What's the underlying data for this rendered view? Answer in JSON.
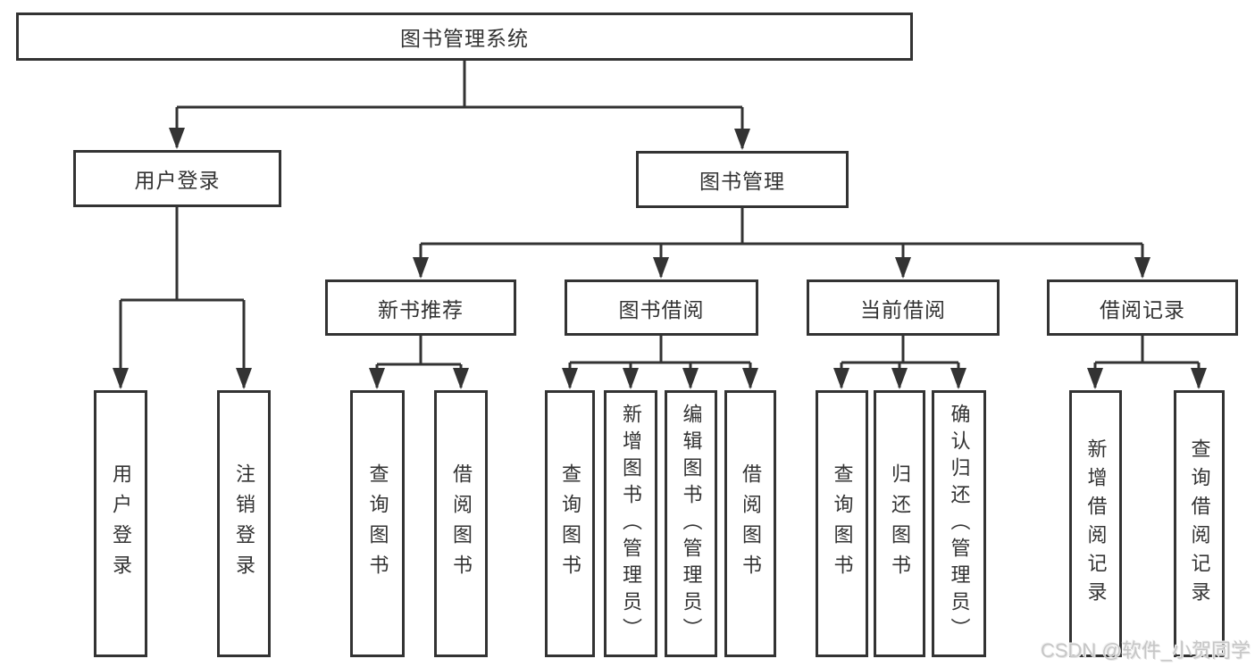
{
  "diagram": {
    "root": "图书管理系统",
    "level2": {
      "login": "用户登录",
      "mgmt": "图书管理"
    },
    "level3": {
      "recommend": "新书推荐",
      "borrow": "图书借阅",
      "current": "当前借阅",
      "records": "借阅记录"
    },
    "leaves": {
      "login_user": "用户登录",
      "login_logout": "注销登录",
      "rec_query": "查询图书",
      "rec_borrow": "借阅图书",
      "bor_query": "查询图书",
      "bor_add": "新增图书（管理员）",
      "bor_edit": "编辑图书（管理员）",
      "bor_borrow": "借阅图书",
      "cur_query": "查询图书",
      "cur_return": "归还图书",
      "cur_confirm": "确认归还（管理员）",
      "log_add": "新增借阅记录",
      "log_query": "查询借阅记录"
    }
  },
  "watermark": "CSDN @软件_小贺同学",
  "colors": {
    "line": "#333333",
    "text": "#333333",
    "box_background": "#ffffff",
    "watermark": "#c6c6c6",
    "background": "#ffffff"
  }
}
